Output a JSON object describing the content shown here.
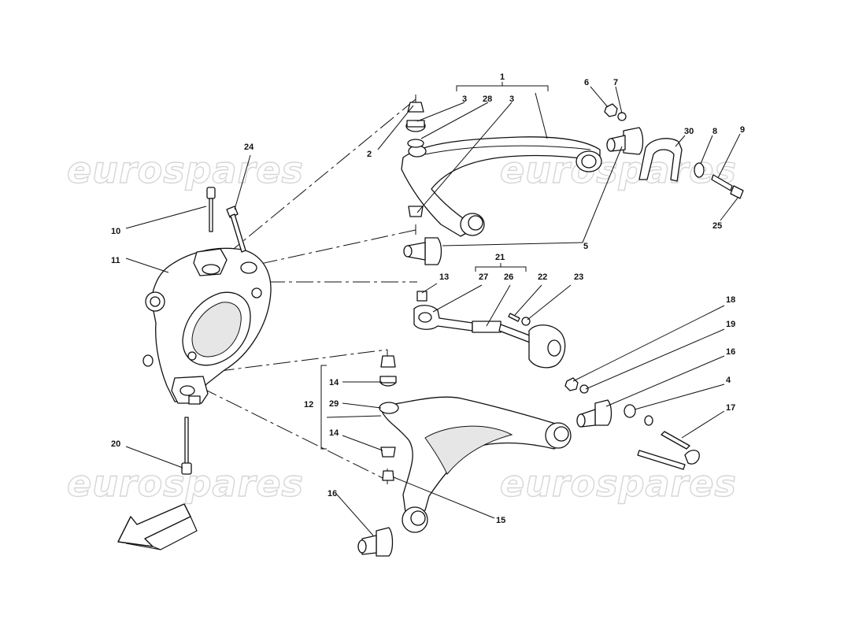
{
  "watermark": {
    "text": "eurospares"
  },
  "callouts": {
    "c1": "1",
    "c2": "2",
    "c3a": "3",
    "c3b": "3",
    "c28": "28",
    "c6": "6",
    "c7": "7",
    "c30": "30",
    "c8": "8",
    "c9": "9",
    "c25": "25",
    "c24": "24",
    "c10": "10",
    "c11": "11",
    "c5": "5",
    "c13": "13",
    "c21": "21",
    "c27": "27",
    "c26": "26",
    "c22": "22",
    "c23": "23",
    "c18": "18",
    "c19": "19",
    "c16a": "16",
    "c4": "4",
    "c17": "17",
    "c12": "12",
    "c14a": "14",
    "c29": "29",
    "c14b": "14",
    "c20": "20",
    "c16b": "16",
    "c15": "15"
  },
  "icons": {
    "direction_arrow": "front-direction-arrow-icon"
  }
}
